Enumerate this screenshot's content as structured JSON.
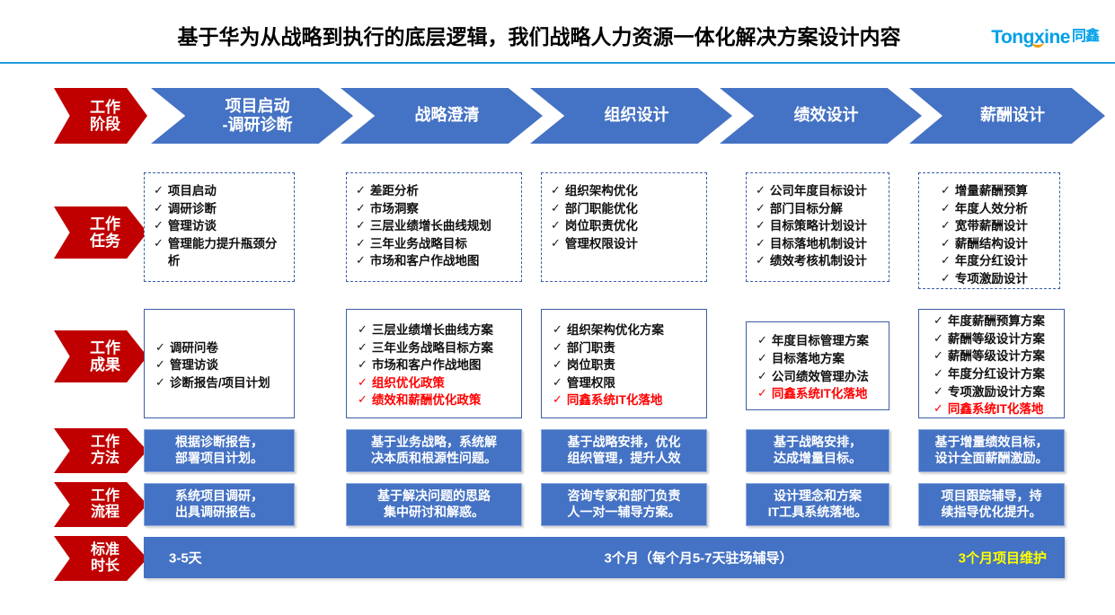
{
  "header": {
    "title": "基于华为从战略到执行的底层逻辑，我们战略人力资源一体化解决方案设计内容",
    "logo_word": "Tongxine",
    "logo_cn": "同鑫"
  },
  "row_labels": {
    "stage": [
      "工作",
      "阶段"
    ],
    "tasks": [
      "工作",
      "任务"
    ],
    "deliverables": [
      "工作",
      "成果"
    ],
    "methods": [
      "工作",
      "方法"
    ],
    "process": [
      "工作",
      "流程"
    ],
    "duration": [
      "标准",
      "时长"
    ]
  },
  "stages": [
    {
      "line1": "项目启动",
      "line2": "-调研诊断"
    },
    {
      "line1": "战略澄清",
      "line2": ""
    },
    {
      "line1": "组织设计",
      "line2": ""
    },
    {
      "line1": "绩效设计",
      "line2": ""
    },
    {
      "line1": "薪酬设计",
      "line2": ""
    }
  ],
  "tasks": [
    [
      "项目启动",
      "调研诊断",
      "管理访谈",
      "管理能力提升瓶颈分析"
    ],
    [
      "差距分析",
      "市场洞察",
      "三层业绩增长曲线规划",
      "三年业务战略目标",
      "市场和客户作战地图"
    ],
    [
      "组织架构优化",
      "部门职能优化",
      "岗位职责优化",
      "管理权限设计"
    ],
    [
      "公司年度目标设计",
      "部门目标分解",
      "目标策略计划设计",
      "目标落地机制设计",
      "绩效考核机制设计"
    ],
    [
      "增量薪酬预算",
      "年度人效分析",
      "宽带薪酬设计",
      "薪酬结构设计",
      "年度分红设计",
      "专项激励设计"
    ]
  ],
  "deliverables": [
    [
      {
        "text": "调研问卷",
        "red": false
      },
      {
        "text": "管理访谈",
        "red": false
      },
      {
        "text": "诊断报告/项目计划",
        "red": false
      }
    ],
    [
      {
        "text": "三层业绩增长曲线方案",
        "red": false
      },
      {
        "text": "三年业务战略目标方案",
        "red": false
      },
      {
        "text": "市场和客户作战地图",
        "red": false
      },
      {
        "text": "组织优化政策",
        "red": true
      },
      {
        "text": "绩效和薪酬优化政策",
        "red": true
      }
    ],
    [
      {
        "text": "组织架构优化方案",
        "red": false
      },
      {
        "text": "部门职责",
        "red": false
      },
      {
        "text": "岗位职责",
        "red": false
      },
      {
        "text": "管理权限",
        "red": false
      },
      {
        "text": "同鑫系统IT化落地",
        "red": true
      }
    ],
    [
      {
        "text": "年度目标管理方案",
        "red": false
      },
      {
        "text": "目标落地方案",
        "red": false
      },
      {
        "text": "公司绩效管理办法",
        "red": false
      },
      {
        "text": "同鑫系统IT化落地",
        "red": true
      }
    ],
    [
      {
        "text": "年度薪酬预算方案",
        "red": false
      },
      {
        "text": "薪酬等级设计方案",
        "red": false
      },
      {
        "text": "薪酬等级设计方案",
        "red": false
      },
      {
        "text": "年度分红设计方案",
        "red": false
      },
      {
        "text": "专项激励设计方案",
        "red": false
      },
      {
        "text": "同鑫系统IT化落地",
        "red": true
      }
    ]
  ],
  "methods": [
    "根据诊断报告，\n部署项目计划。",
    "基于业务战略，系统解\n决本质和根源性问题。",
    "基于战略安排，优化\n组织管理，提升人效",
    "基于战略安排，\n达成增量目标。",
    "基于增量绩效目标，\n设计全面薪酬激励。"
  ],
  "process": [
    "系统项目调研，\n出具调研报告。",
    "基于解决问题的思路\n集中研讨和解惑。",
    "咨询专家和部门负责\n人一对一辅导方案。",
    "设计理念和方案\nIT工具系统落地。",
    "项目跟踪辅导，持\n续指导优化提升。"
  ],
  "duration": {
    "left": "3-5天",
    "middle": "3个月（每个月5-7天驻场辅导）",
    "right": "3个月项目维护"
  },
  "colors": {
    "label_red": "#C00000",
    "stage_blue": "#4472C4",
    "box_border_blue": "#3B5EA8",
    "accent_red_text": "#FF0000",
    "highlight_yellow": "#FFFF00",
    "rule_blue": "#1F9BD8",
    "logo_blue": "#00A0E9",
    "logo_orange": "#F39800"
  }
}
